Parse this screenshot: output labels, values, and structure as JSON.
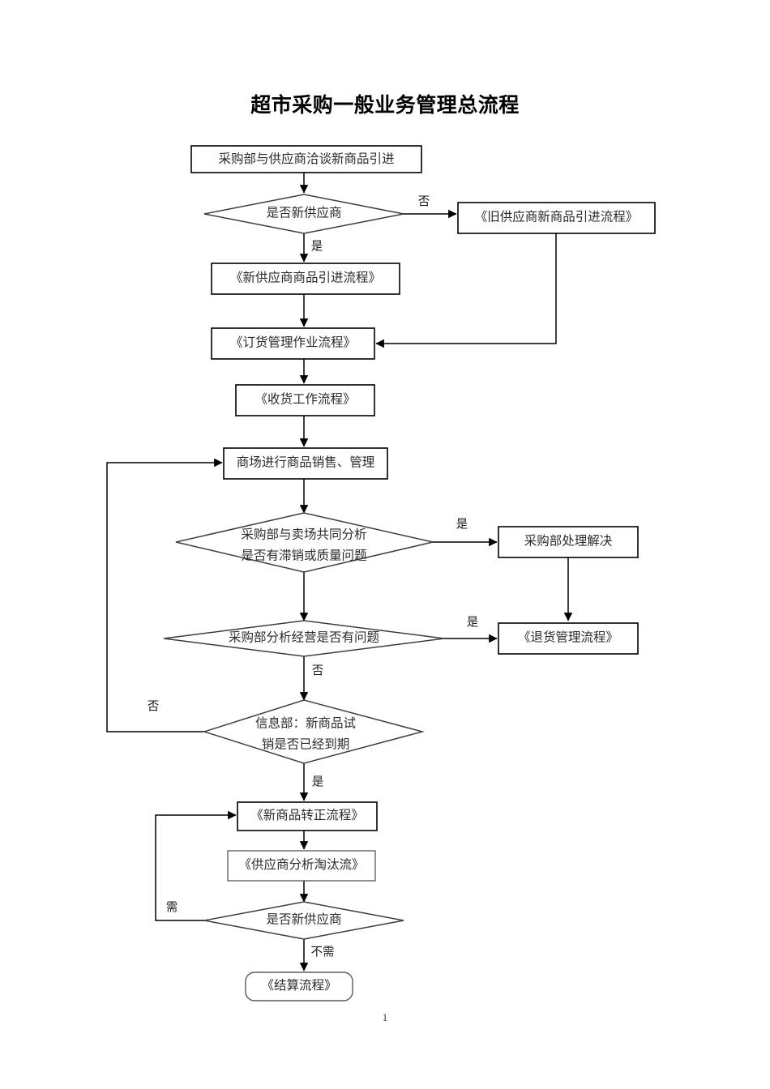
{
  "document": {
    "title": "超市采购一般业务管理总流程",
    "page_number": "1"
  },
  "chart_data": {
    "type": "diagram",
    "diagram_kind": "flowchart",
    "title": "超市采购一般业务管理总流程",
    "orientation": "top-to-bottom",
    "nodes": [
      {
        "id": "n1",
        "shape": "process",
        "label": "采购部与供应商洽谈新商品引进"
      },
      {
        "id": "n2",
        "shape": "decision",
        "label": "是否新供应商"
      },
      {
        "id": "n3",
        "shape": "process",
        "label": "《旧供应商新商品引进流程》"
      },
      {
        "id": "n4",
        "shape": "process",
        "label": "《新供应商商品引进流程》"
      },
      {
        "id": "n5",
        "shape": "process",
        "label": "《订货管理作业流程》"
      },
      {
        "id": "n6",
        "shape": "process",
        "label": "《收货工作流程》"
      },
      {
        "id": "n7",
        "shape": "process",
        "label": "商场进行商品销售、管理"
      },
      {
        "id": "n8",
        "shape": "decision",
        "label_line1": "采购部与卖场共同分析",
        "label_line2": "是否有滞销或质量问题"
      },
      {
        "id": "n9",
        "shape": "process",
        "label": "采购部处理解决"
      },
      {
        "id": "n10",
        "shape": "decision",
        "label": "采购部分析经营是否有问题"
      },
      {
        "id": "n11",
        "shape": "process",
        "label": "《退货管理流程》"
      },
      {
        "id": "n12",
        "shape": "decision",
        "label_line1": "信息部：新商品试",
        "label_line2": "销是否已经到期"
      },
      {
        "id": "n13",
        "shape": "process",
        "label": "《新商品转正流程》"
      },
      {
        "id": "n14",
        "shape": "process",
        "label": "《供应商分析淘汰流》"
      },
      {
        "id": "n15",
        "shape": "decision",
        "label": "是否新供应商"
      },
      {
        "id": "n16",
        "shape": "terminator",
        "label": "《结算流程》"
      }
    ],
    "edges": [
      {
        "from": "n1",
        "to": "n2",
        "label": ""
      },
      {
        "from": "n2",
        "to": "n3",
        "label": "否"
      },
      {
        "from": "n2",
        "to": "n4",
        "label": "是"
      },
      {
        "from": "n4",
        "to": "n5",
        "label": ""
      },
      {
        "from": "n3",
        "to": "n5",
        "label": ""
      },
      {
        "from": "n5",
        "to": "n6",
        "label": ""
      },
      {
        "from": "n6",
        "to": "n7",
        "label": ""
      },
      {
        "from": "n7",
        "to": "n8",
        "label": ""
      },
      {
        "from": "n8",
        "to": "n9",
        "label": "是"
      },
      {
        "from": "n8",
        "to": "n10",
        "label": ""
      },
      {
        "from": "n9",
        "to": "n11",
        "label": ""
      },
      {
        "from": "n10",
        "to": "n11",
        "label": "是"
      },
      {
        "from": "n10",
        "to": "n12",
        "label": "否"
      },
      {
        "from": "n12",
        "to": "n7",
        "label": "否"
      },
      {
        "from": "n12",
        "to": "n13",
        "label": "是"
      },
      {
        "from": "n13",
        "to": "n14",
        "label": ""
      },
      {
        "from": "n14",
        "to": "n15",
        "label": ""
      },
      {
        "from": "n15",
        "to": "n13",
        "label": "需"
      },
      {
        "from": "n15",
        "to": "n16",
        "label": "不需"
      }
    ],
    "edge_labels": {
      "e_no_1": "否",
      "e_yes_1": "是",
      "e_yes_2": "是",
      "e_yes_3": "是",
      "e_no_2": "否",
      "e_no_3": "否",
      "e_yes_4": "是",
      "e_need": "需",
      "e_no_need": "不需"
    },
    "colors": {
      "stroke": "#000000",
      "fill": "#ffffff",
      "text": "#2b2b2b"
    }
  }
}
